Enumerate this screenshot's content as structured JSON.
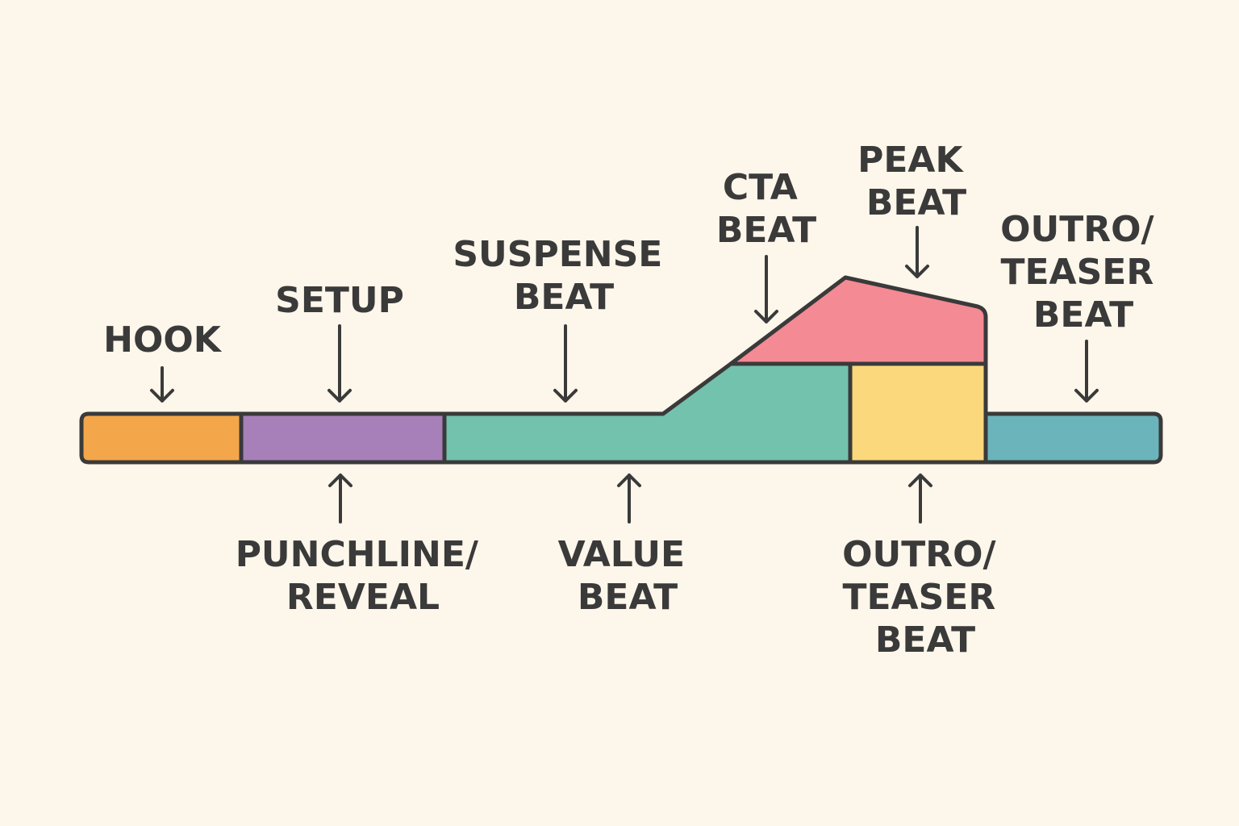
{
  "colors": {
    "background": "#fdf6ea",
    "outline": "#3a3a3a",
    "hook": "#f4a64a",
    "setup": "#a77fb9",
    "value": "#72c2ad",
    "outro_teaser": "#fcd87c",
    "peak": "#f48a93",
    "final": "#6bb4bb"
  },
  "labels": {
    "hook": [
      "HOOK"
    ],
    "setup": [
      "SETUP"
    ],
    "suspense": [
      "SUSPENSE",
      "BEAT"
    ],
    "cta": [
      "CTA",
      "BEAT"
    ],
    "peak": [
      "PEAK",
      "BEAT"
    ],
    "outro_top": [
      "OUTRO/",
      "TEASER",
      "BEAT"
    ],
    "punchline": [
      "PUNCHLINE/",
      "REVEAL"
    ],
    "value": [
      "VALUE",
      "BEAT"
    ],
    "outro_bottom": [
      "OUTRO/",
      "TEASER",
      "BEAT"
    ]
  }
}
